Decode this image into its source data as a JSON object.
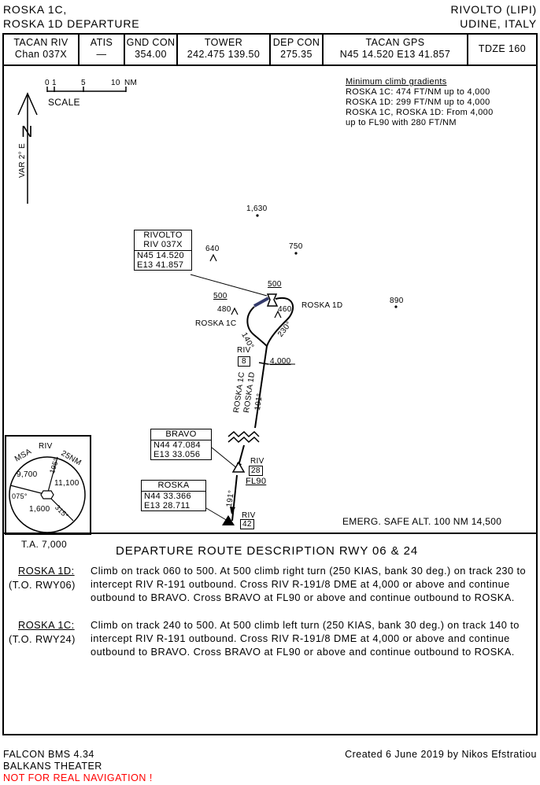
{
  "header": {
    "procedure_line1": "ROSKA 1C,",
    "procedure_line2": "ROSKA 1D DEPARTURE",
    "airport_line1": "RIVOLTO (LIPI)",
    "airport_line2": "UDINE, ITALY"
  },
  "comms": [
    {
      "title": "TACAN RIV",
      "value": "Chan 037X"
    },
    {
      "title": "ATIS",
      "value": "—"
    },
    {
      "title": "GND CON",
      "value": "354.00"
    },
    {
      "title": "TOWER",
      "value": "242.475 139.50"
    },
    {
      "title": "DEP CON",
      "value": "275.35"
    },
    {
      "title": "TACAN GPS",
      "value": "N45 14.520 E13 41.857"
    },
    {
      "title": "TDZE 160",
      "value": ""
    }
  ],
  "scale": {
    "ticks": [
      "0",
      "1",
      "5",
      "10",
      "NM"
    ],
    "label": "SCALE",
    "variation": "VAR 2° E",
    "north": "N"
  },
  "climb_gradients": {
    "title": "Minimum climb gradients",
    "lines": [
      "ROSKA 1C: 474 FT/NM up to 4,000",
      "ROSKA 1D: 299 FT/NM up to 4,000",
      "ROSKA 1C, ROSKA 1D: From 4,000",
      "up to FL90 with 280 FT/NM"
    ]
  },
  "terrain": {
    "t1630": "1,630",
    "t750": "750",
    "t640": "640",
    "t890": "890",
    "t480": "480",
    "t460": "460"
  },
  "fixes": {
    "rivolto": {
      "name": "RIVOLTO",
      "ident": "RIV 037X",
      "lat": "N45 14.520",
      "lon": "E13 41.857"
    },
    "bravo": {
      "name": "BRAVO",
      "lat": "N44 47.084",
      "lon": "E13 33.056"
    },
    "roska": {
      "name": "ROSKA",
      "lat": "N44 33.366",
      "lon": "E13 28.711"
    }
  },
  "route_labels": {
    "alt500_top": "500",
    "alt500_left": "500",
    "roska1d": "ROSKA 1D",
    "roska1c": "ROSKA 1C",
    "trk140": "140°",
    "trk230": "230°",
    "riv": "RIV",
    "dme8": "8",
    "alt4000": "4,000",
    "roska1c_rot": "ROSKA 1C",
    "roska1d_rot": "ROSKA 1D",
    "trk191a": "191°",
    "trk191b": "191°",
    "riv28": "RIV",
    "dme28": "28",
    "fl90": "FL90",
    "riv42": "RIV",
    "dme42": "42"
  },
  "msa": {
    "label": "MSA",
    "center": "RIV",
    "radius": "25NM",
    "brg195": "195°",
    "brg075": "075°",
    "brg315": "315°",
    "alt_nw": "9,700",
    "alt_e": "11,100",
    "alt_s": "1,600"
  },
  "emerg": "EMERG. SAFE ALT. 100 NM 14,500",
  "description": {
    "ta": "T.A. 7,000",
    "title": "DEPARTURE ROUTE DESCRIPTION RWY 06 & 24",
    "routes": [
      {
        "name": "ROSKA 1D:",
        "rwy": "(T.O. RWY06)",
        "text": "Climb on track 060 to 500. At 500 climb right turn (250 KIAS, bank 30 deg.) on track 230 to intercept RIV R-191 outbound. Cross RIV R-191/8 DME at 4,000 or above and continue outbound to BRAVO. Cross BRAVO at FL90 or above and continue outbound to ROSKA."
      },
      {
        "name": "ROSKA 1C:",
        "rwy": "(T.O. RWY24)",
        "text": "Climb on track 240 to 500. At 500 climb left turn (250 KIAS, bank 30 deg.) on track 140 to intercept RIV R-191 outbound. Cross RIV R-191/8 DME at 4,000 or above and continue outbound to BRAVO. Cross BRAVO at FL90 or above and continue outbound to ROSKA."
      }
    ]
  },
  "footer": {
    "line1": "FALCON BMS 4.34",
    "line2": "BALKANS THEATER",
    "warning": "NOT FOR REAL NAVIGATION !",
    "credit": "Created 6 June 2019 by Nikos Efstratiou",
    "warning_color": "#ff0000"
  }
}
